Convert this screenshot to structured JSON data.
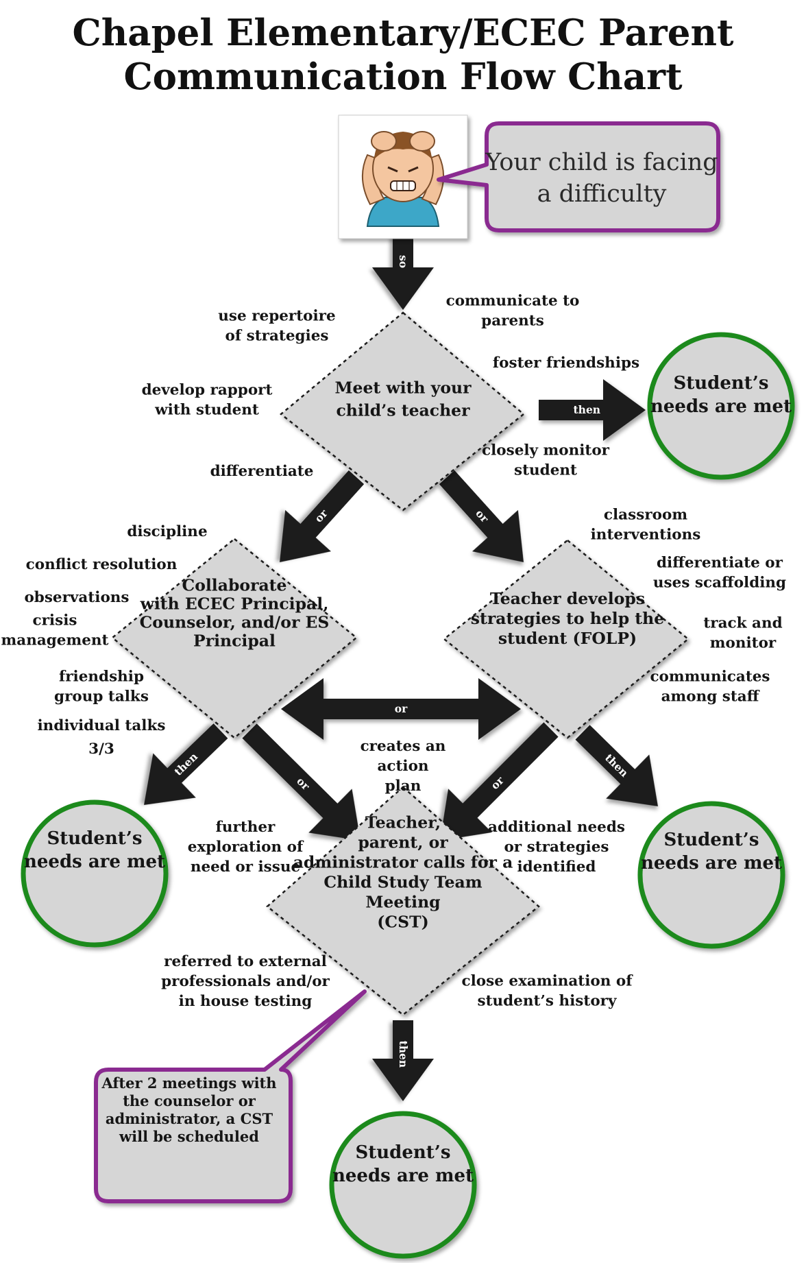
{
  "title": {
    "line1": "Chapel Elementary/ECEC Parent",
    "line2": "Communication Flow Chart"
  },
  "start": {
    "image_icon": "frustrated-child-illustration",
    "speech_line1": "Your child is facing",
    "speech_line2": "a difficulty",
    "speech_border_color": "#8a2a90"
  },
  "arrows": {
    "so": "so",
    "then": "then",
    "or": "or"
  },
  "meet_teacher": {
    "text": [
      "Meet with your",
      "child’s teacher"
    ],
    "labels": {
      "use_repertoire": [
        "use repertoire",
        "of strategies"
      ],
      "communicate": [
        "communicate to",
        "parents"
      ],
      "foster": [
        "foster friendships"
      ],
      "rapport": [
        "develop rapport",
        "with student"
      ],
      "differentiate": [
        "differentiate"
      ],
      "monitor": [
        "closely monitor",
        "student"
      ]
    }
  },
  "collaborate": {
    "text": [
      "Collaborate",
      "with ECEC Principal,",
      "Counselor, and/or ES",
      "Principal"
    ],
    "labels": {
      "discipline": [
        "discipline"
      ],
      "conflict": [
        "conflict resolution"
      ],
      "observations": [
        "observations"
      ],
      "crisis": [
        "crisis",
        "management"
      ],
      "friendship": [
        "friendship",
        "group talks"
      ],
      "individual": [
        "individual talks",
        "3/3"
      ]
    }
  },
  "teacher_develops": {
    "text": [
      "Teacher develops",
      "strategies to help the",
      "student (FOLP)"
    ],
    "labels": {
      "classroom": [
        "classroom",
        "interventions"
      ],
      "scaffolding": [
        "differentiate or",
        "uses scaffolding"
      ],
      "track": [
        "track and",
        "monitor"
      ],
      "communicates": [
        "communicates",
        "among staff"
      ]
    }
  },
  "cst": {
    "text": [
      "Teacher,",
      "parent, or",
      "administrator calls for a",
      "Child Study Team",
      "Meeting",
      "(CST)"
    ],
    "labels": {
      "creates": [
        "creates an",
        "action",
        "plan"
      ],
      "further": [
        "further",
        "exploration of",
        "need or issue"
      ],
      "additional": [
        "additional needs",
        "or strategies",
        "identified"
      ],
      "referred": [
        "referred to external",
        "professionals and/or",
        "in house testing"
      ],
      "close_exam": [
        "close examination of",
        "student’s history"
      ]
    }
  },
  "outcome": [
    "Student’s",
    "needs are met"
  ],
  "outcome_border_color": "#1f8a1f",
  "note": [
    "After 2 meetings with",
    "the counselor or",
    "administrator, a CST",
    "will be scheduled"
  ],
  "note_border_color": "#8a2a90"
}
